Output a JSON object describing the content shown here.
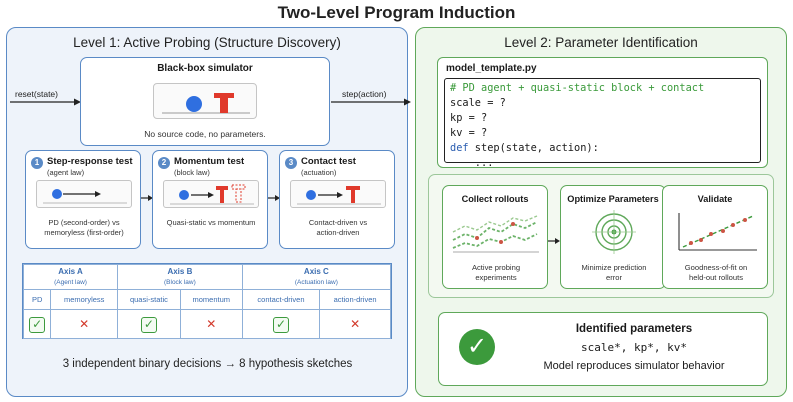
{
  "title": "Two-Level Program Induction",
  "level1": {
    "title": "Level 1: Active Probing (Structure Discovery)",
    "reset_label": "reset(state)",
    "step_label": "step(action)",
    "simulator": {
      "title": "Black-box simulator",
      "caption": "No source code, no parameters."
    },
    "tests": [
      {
        "num": "1",
        "title": "Step-response test",
        "subtitle": "(agent law)",
        "desc1": "PD (second-order) vs",
        "desc2": "memoryless (first-order)"
      },
      {
        "num": "2",
        "title": "Momentum test",
        "subtitle": "(block law)",
        "desc1": "Quasi-static vs momentum",
        "desc2": ""
      },
      {
        "num": "3",
        "title": "Contact test",
        "subtitle": "(actuation)",
        "desc1": "Contact-driven vs",
        "desc2": "action-driven"
      }
    ],
    "axes": [
      {
        "name": "Axis A",
        "law": "(Agent law)",
        "options": [
          "PD",
          "memoryless"
        ],
        "results": [
          "check",
          "cross"
        ]
      },
      {
        "name": "Axis B",
        "law": "(Block law)",
        "options": [
          "quasi-static",
          "momentum"
        ],
        "results": [
          "check",
          "cross"
        ]
      },
      {
        "name": "Axis C",
        "law": "(Actuation law)",
        "options": [
          "contact-driven",
          "action-driven"
        ],
        "results": [
          "check",
          "cross"
        ]
      }
    ],
    "summary": "3 independent binary decisions → 8 hypothesis sketches"
  },
  "level2": {
    "title": "Level 2: Parameter Identification",
    "code": {
      "filename": "model_template.py",
      "comment": "# PD agent + quasi-static block + contact",
      "line_scale": "scale = ?",
      "line_kp": "kp = ?",
      "line_kv": "kv = ?",
      "def_kw": "def",
      "def_rest": " step(state, action):",
      "ellipsis": "    ..."
    },
    "stages": [
      {
        "title": "Collect rollouts",
        "desc1": "Active probing",
        "desc2": "experiments"
      },
      {
        "title": "Optimize Parameters",
        "desc1": "Minimize prediction",
        "desc2": "error"
      },
      {
        "title": "Validate",
        "desc1": "Goodness-of-fit on",
        "desc2": "held-out rollouts"
      }
    ],
    "identified": {
      "title": "Identified parameters",
      "params": "scale*, kp*, kv*",
      "note": "Model reproduces simulator behavior"
    }
  },
  "colors": {
    "blue": "#5a8ac6",
    "green": "#5fa85a",
    "red": "#d33a2c"
  }
}
